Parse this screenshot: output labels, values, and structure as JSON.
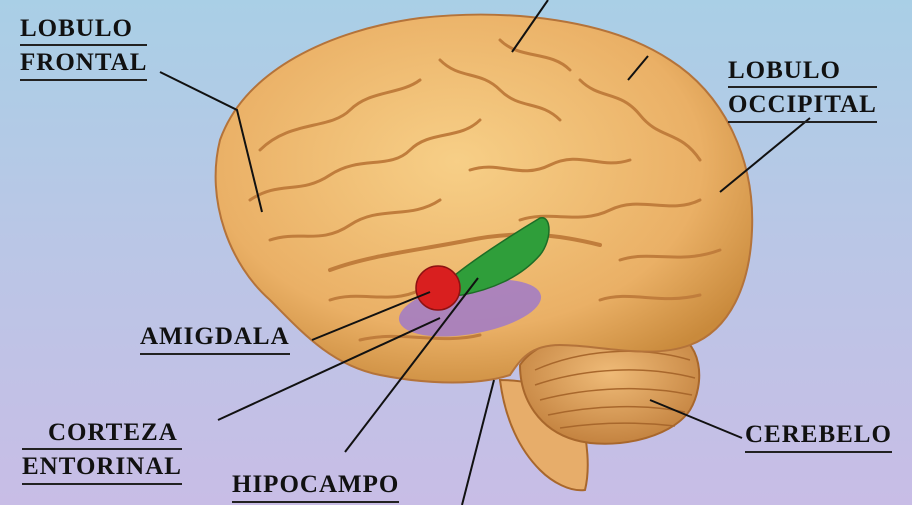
{
  "labels": {
    "frontal": [
      "LOBULO",
      "FRONTAL"
    ],
    "occipital": [
      "LOBULO",
      "OCCIPITAL"
    ],
    "amigdala": "AMIGDALA",
    "corteza": [
      "CORTEZA",
      "ENTORINAL"
    ],
    "hipocampo": "HIPOCAMPO",
    "cerebelo": "CEREBELO"
  },
  "colors": {
    "brain": "#f0bd6e",
    "brain_shadow": "#c98a3c",
    "amygdala": "#d91f1f",
    "hippocampus": "#2f9e3a",
    "entorhinal": "#a07ac9",
    "label_text": "#111111",
    "leader_line": "#111111"
  }
}
